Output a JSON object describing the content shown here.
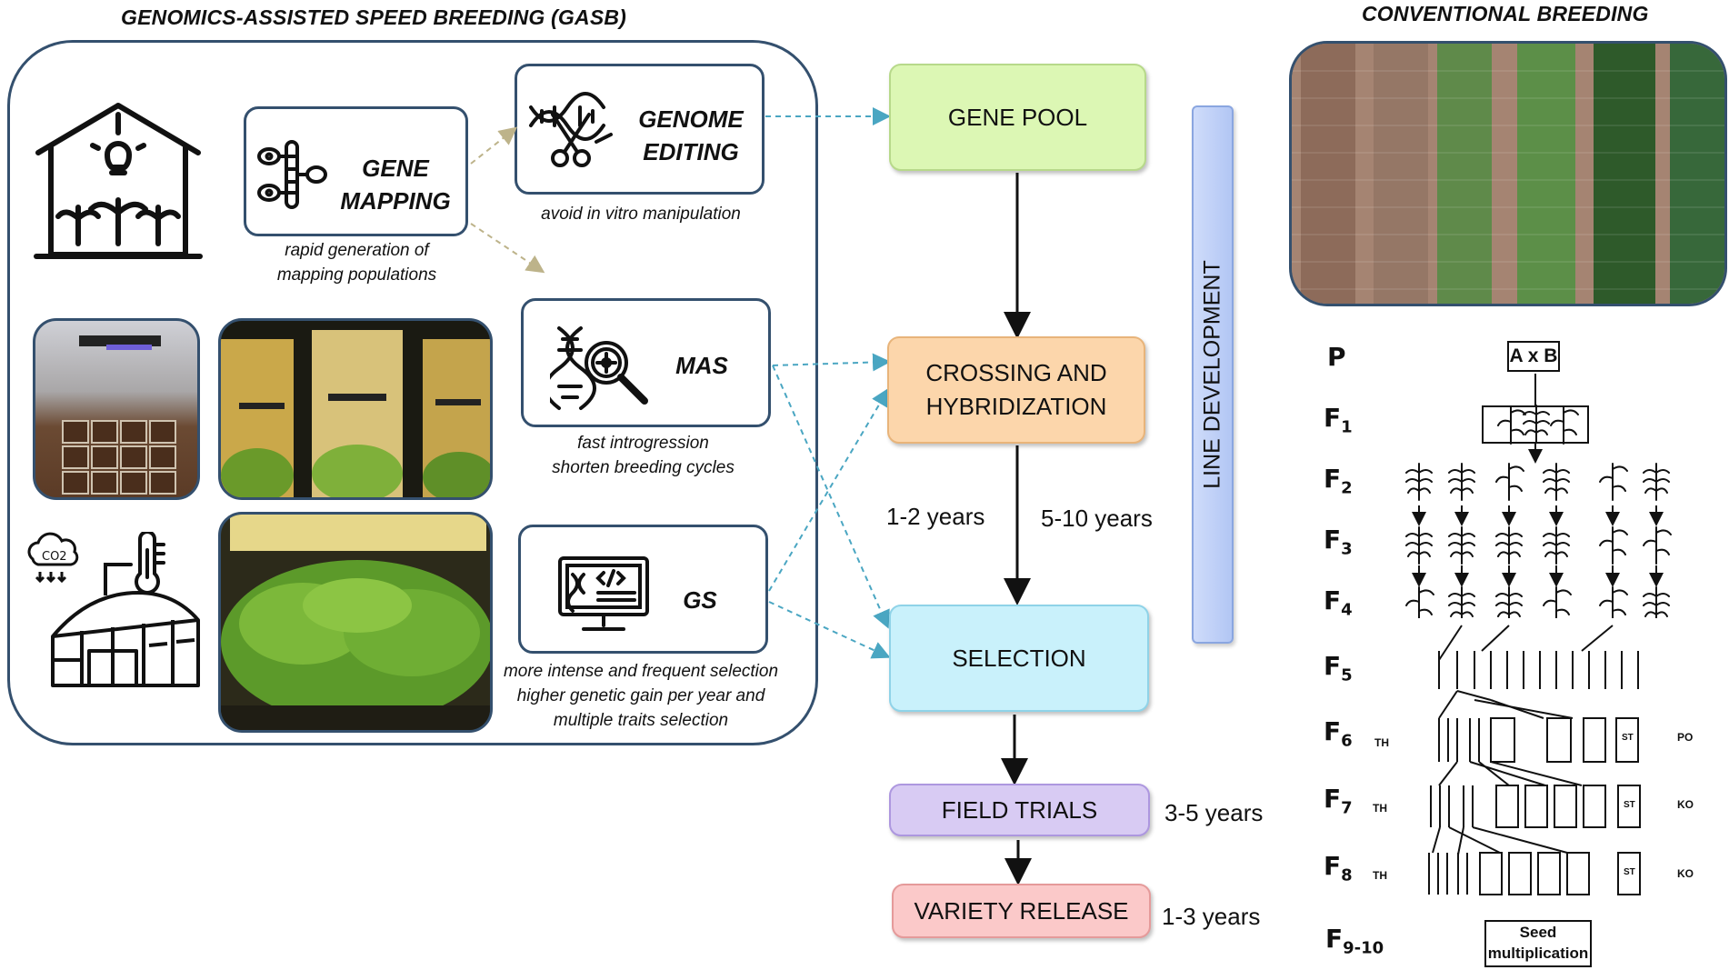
{
  "gasb": {
    "title": "GENOMICS-ASSISTED SPEED BREEDING (GASB)",
    "gene_mapping": {
      "line1": "GENE",
      "line2": "MAPPING",
      "caption1": "rapid generation of",
      "caption2": "mapping populations"
    },
    "genome_editing": {
      "line1": "GENOME",
      "line2": "EDITING",
      "caption": "avoid in vitro manipulation"
    },
    "mas": {
      "label": "MAS",
      "caption1": "fast introgression",
      "caption2": "shorten breeding cycles"
    },
    "gs": {
      "label": "GS",
      "caption1": "more intense and frequent selection",
      "caption2": "higher genetic gain per year and",
      "caption3": "multiple traits selection"
    },
    "icons": [
      "greenhouse-plants-icon",
      "gene-mapping-icon",
      "dna-scissors-icon",
      "dna-magnifier-icon",
      "computer-dna-icon",
      "co2-cloud-icon",
      "thermometer-icon",
      "greenhouse-icon"
    ],
    "photos": [
      "growth-chamber-pots-photo",
      "growth-tents-lights-photo",
      "growth-chamber-seedlings-photo"
    ]
  },
  "pipeline": {
    "gene_pool": "GENE POOL",
    "crossing1": "CROSSING AND",
    "crossing2": "HYBRIDIZATION",
    "selection": "SELECTION",
    "field_trials": "FIELD TRIALS",
    "variety_release": "VARIETY RELEASE",
    "line_development": "LINE DEVELOPMENT",
    "gasb_years": "1-2 years",
    "conv_years": "5-10 years",
    "field_years": "3-5 years",
    "release_years": "1-3 years",
    "colors": {
      "gene_pool": "#d9f7b0",
      "crossing": "#fcd3a6",
      "selection": "#c6f0fb",
      "field": "#d6c8f2",
      "release": "#fbc6c6",
      "line_dev": "#b9cdf7",
      "frame": "#34506e",
      "dashed": "#4aa6c2"
    }
  },
  "conventional": {
    "title": "CONVENTIONAL BREEDING",
    "photo": "aerial-field-plots-photo",
    "generations": [
      {
        "base": "P",
        "sub": ""
      },
      {
        "base": "F",
        "sub": "1"
      },
      {
        "base": "F",
        "sub": "2"
      },
      {
        "base": "F",
        "sub": "3"
      },
      {
        "base": "F",
        "sub": "4"
      },
      {
        "base": "F",
        "sub": "5"
      },
      {
        "base": "F",
        "sub": "6"
      },
      {
        "base": "F",
        "sub": "7"
      },
      {
        "base": "F",
        "sub": "8"
      },
      {
        "base": "F",
        "sub": "9-10"
      }
    ],
    "cross": "A x B",
    "th": "TH",
    "st": "ST",
    "po": "PO",
    "ko": "KO",
    "seed1": "Seed",
    "seed2": "multiplication"
  }
}
